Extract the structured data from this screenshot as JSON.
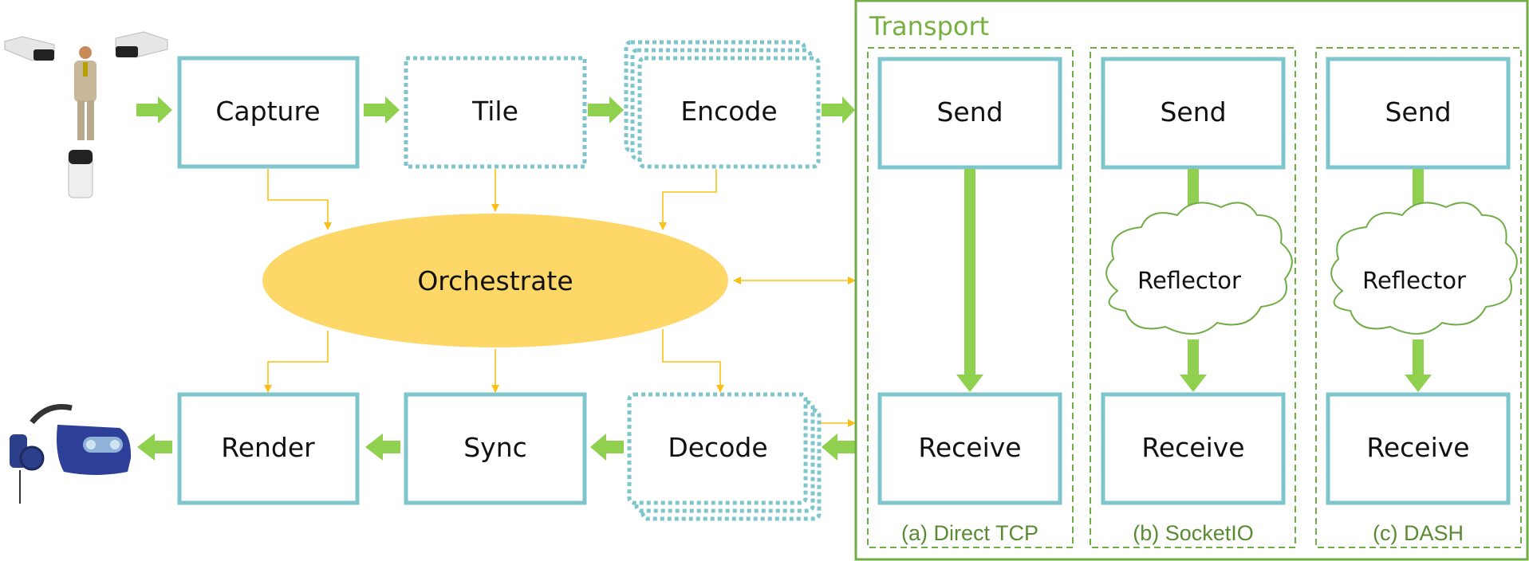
{
  "colors": {
    "box_stroke": "#7ec6cb",
    "green_arrow": "#8fd14f",
    "orchestrate_fill": "#fdd868",
    "control_line": "#fbbf16",
    "transport_stroke": "#70ad47",
    "caption_text": "#5a8a32"
  },
  "pipeline": {
    "source_icon": "depth-cameras-and-person",
    "sink_icon": "vr-headset",
    "capture": "Capture",
    "tile": "Tile",
    "encode": "Encode",
    "orchestrate": "Orchestrate",
    "render": "Render",
    "sync": "Sync",
    "decode": "Decode"
  },
  "transport": {
    "title": "Transport",
    "variants": [
      {
        "send": "Send",
        "relay": "",
        "receive": "Receive",
        "caption": "(a) Direct TCP"
      },
      {
        "send": "Send",
        "relay": "Reflector",
        "receive": "Receive",
        "caption": "(b) SocketIO"
      },
      {
        "send": "Send",
        "relay": "Reflector",
        "receive": "Receive",
        "caption": "(c) DASH"
      }
    ]
  }
}
